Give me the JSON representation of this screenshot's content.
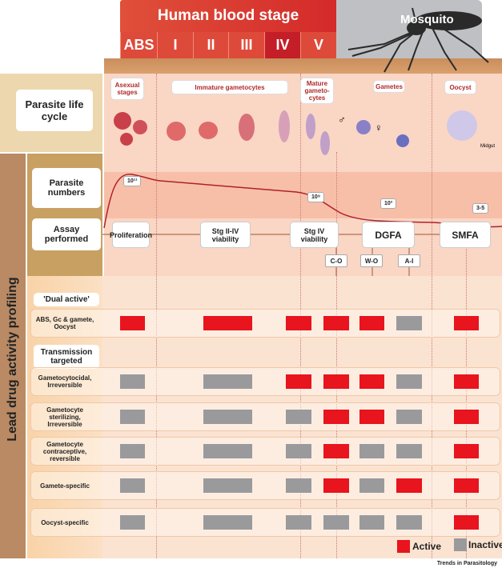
{
  "header": {
    "human_title": "Human blood stage",
    "stages": [
      "ABS",
      "I",
      "II",
      "III",
      "IV",
      "V"
    ],
    "mosquito_title": "Mosquito"
  },
  "life_cycle": {
    "label": "Parasite life cycle",
    "stages": [
      "Asexual stages",
      "Immature gametocytes",
      "Mature gameto-cytes",
      "Gametes",
      "Oocyst"
    ],
    "midgut": "Midgut",
    "male_symbol": "♂",
    "female_symbol": "♀"
  },
  "parasite_numbers": {
    "label": "Parasite numbers",
    "values": [
      "10¹¹",
      "10⁹",
      "10³",
      "3-5"
    ]
  },
  "assay": {
    "label": "Assay performed",
    "assays": [
      "Proliferation",
      "Stg II-IV viability",
      "Stg IV viability",
      "DGFA",
      "SMFA"
    ],
    "sub": [
      "C-O",
      "W-O",
      "A-I"
    ]
  },
  "side_title": "Lead drug activity profiling",
  "dual_header": "'Dual active'",
  "transmission_header": "Transmission targeted",
  "rows": [
    {
      "label": "ABS, Gc & gamete, Oocyst",
      "activity": [
        1,
        1,
        1,
        1,
        1,
        0,
        1
      ]
    },
    {
      "label": "Gametocytocidal, Irreversible",
      "activity": [
        0,
        0,
        1,
        1,
        1,
        0,
        1
      ]
    },
    {
      "label": "Gametocyte sterilizing, Irreversible",
      "activity": [
        0,
        0,
        0,
        1,
        1,
        0,
        1
      ]
    },
    {
      "label": "Gametocyte contraceptive, reversible",
      "activity": [
        0,
        0,
        0,
        1,
        0,
        0,
        1
      ]
    },
    {
      "label": "Gamete-specific",
      "activity": [
        0,
        0,
        0,
        1,
        0,
        1,
        1
      ]
    },
    {
      "label": "Oocyst-specific",
      "activity": [
        0,
        0,
        0,
        0,
        0,
        0,
        1
      ]
    }
  ],
  "legend": {
    "active": "Active",
    "inactive": "Inactive",
    "active_color": "#e8141e",
    "inactive_color": "#9a9a9c"
  },
  "credit": "Trends in Parasitology"
}
